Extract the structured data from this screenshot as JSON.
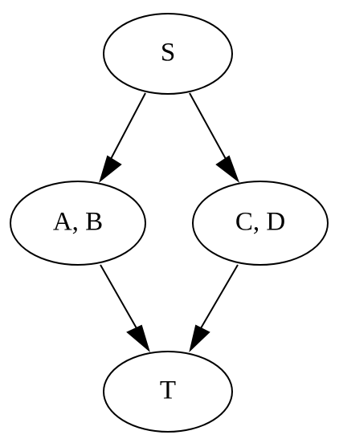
{
  "graph": {
    "nodes": [
      {
        "id": "S",
        "label": "S"
      },
      {
        "id": "AB",
        "label": "A, B"
      },
      {
        "id": "CD",
        "label": "C, D"
      },
      {
        "id": "T",
        "label": "T"
      }
    ],
    "edges": [
      {
        "from": "S",
        "to": "AB"
      },
      {
        "from": "S",
        "to": "CD"
      },
      {
        "from": "AB",
        "to": "T"
      },
      {
        "from": "CD",
        "to": "T"
      }
    ]
  }
}
